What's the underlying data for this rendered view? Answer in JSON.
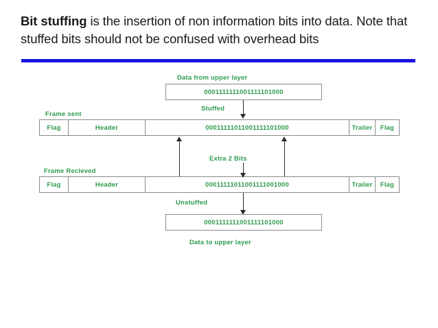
{
  "slide": {
    "body_bold": "Bit stuffing",
    "body_rest": " is the insertion of non information bits into data. Note that stuffed bits should not be confused with overhead bits",
    "accent_color": "#1a14e0",
    "diagram_text_color": "#2e9b4e"
  },
  "diagram": {
    "top_caption": "Data from upper layer",
    "top_data": "0001111111001111101000",
    "stuffed_label": "Stuffed",
    "frame_sent_label": "Frame sent",
    "frame_sent": {
      "flag_left": "Flag",
      "header": "Header",
      "data": "00011111011001111101000",
      "trailer": "Trailer",
      "flag_right": "Flag"
    },
    "extra_bits_label": "Extra 2 Bits",
    "frame_received_label": "Frame Recieved",
    "frame_received": {
      "flag_left": "Flag",
      "header": "Header",
      "data": "00011111011001111001000",
      "trailer": "Trailer",
      "flag_right": "Flag"
    },
    "unstuffed_label": "Unstuffed",
    "bottom_data": "0001111111001111101000",
    "bottom_caption": "Data to upper layer"
  }
}
